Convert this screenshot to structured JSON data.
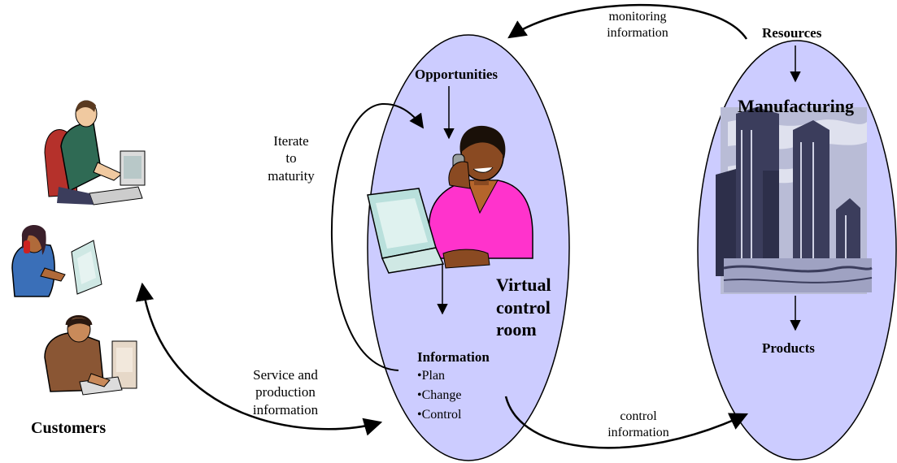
{
  "labels": {
    "opportunities": "Opportunities",
    "resources": "Resources",
    "manufacturing": "Manufacturing",
    "products": "Products",
    "monitoring": "monitoring\ninformation",
    "iterate": "Iterate\nto\nmaturity",
    "virtual_control_room": "Virtual\ncontrol\nroom",
    "information_heading": "Information",
    "information_items": [
      "•Plan",
      "•Change",
      "•Control"
    ],
    "service": "Service and\nproduction\ninformation",
    "control": "control\ninformation",
    "customers": "Customers"
  },
  "colors": {
    "ellipse_fill": "#ccccff",
    "ellipse_stroke": "#000000",
    "agent_jacket": "#ff33cc",
    "building": "#3b3d5c",
    "sky": "#b9bcd6"
  },
  "icons": [
    "customer-man-computer-icon",
    "customer-woman-phone-icon",
    "customer-man-headset-icon",
    "agent-woman-phone-icon",
    "buildings-icon"
  ]
}
